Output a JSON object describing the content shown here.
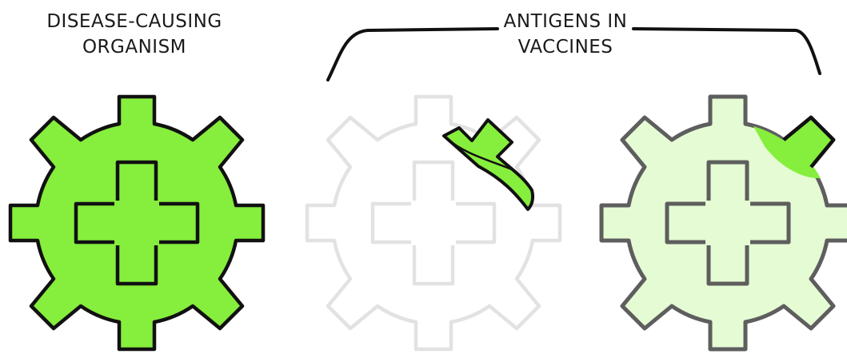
{
  "labels": {
    "organism_line1": "DISEASE-CAUSING",
    "organism_line2": "ORGANISM",
    "antigens_line1": "ANTIGENS IN",
    "antigens_line2": "VACCINES"
  },
  "colors": {
    "organism_fill": "#86ee3c",
    "outline": "#111111",
    "faded_outline": "#e2e2e2",
    "pale_fill": "#e4fbd4",
    "gray_outline": "#5e5e5e"
  }
}
